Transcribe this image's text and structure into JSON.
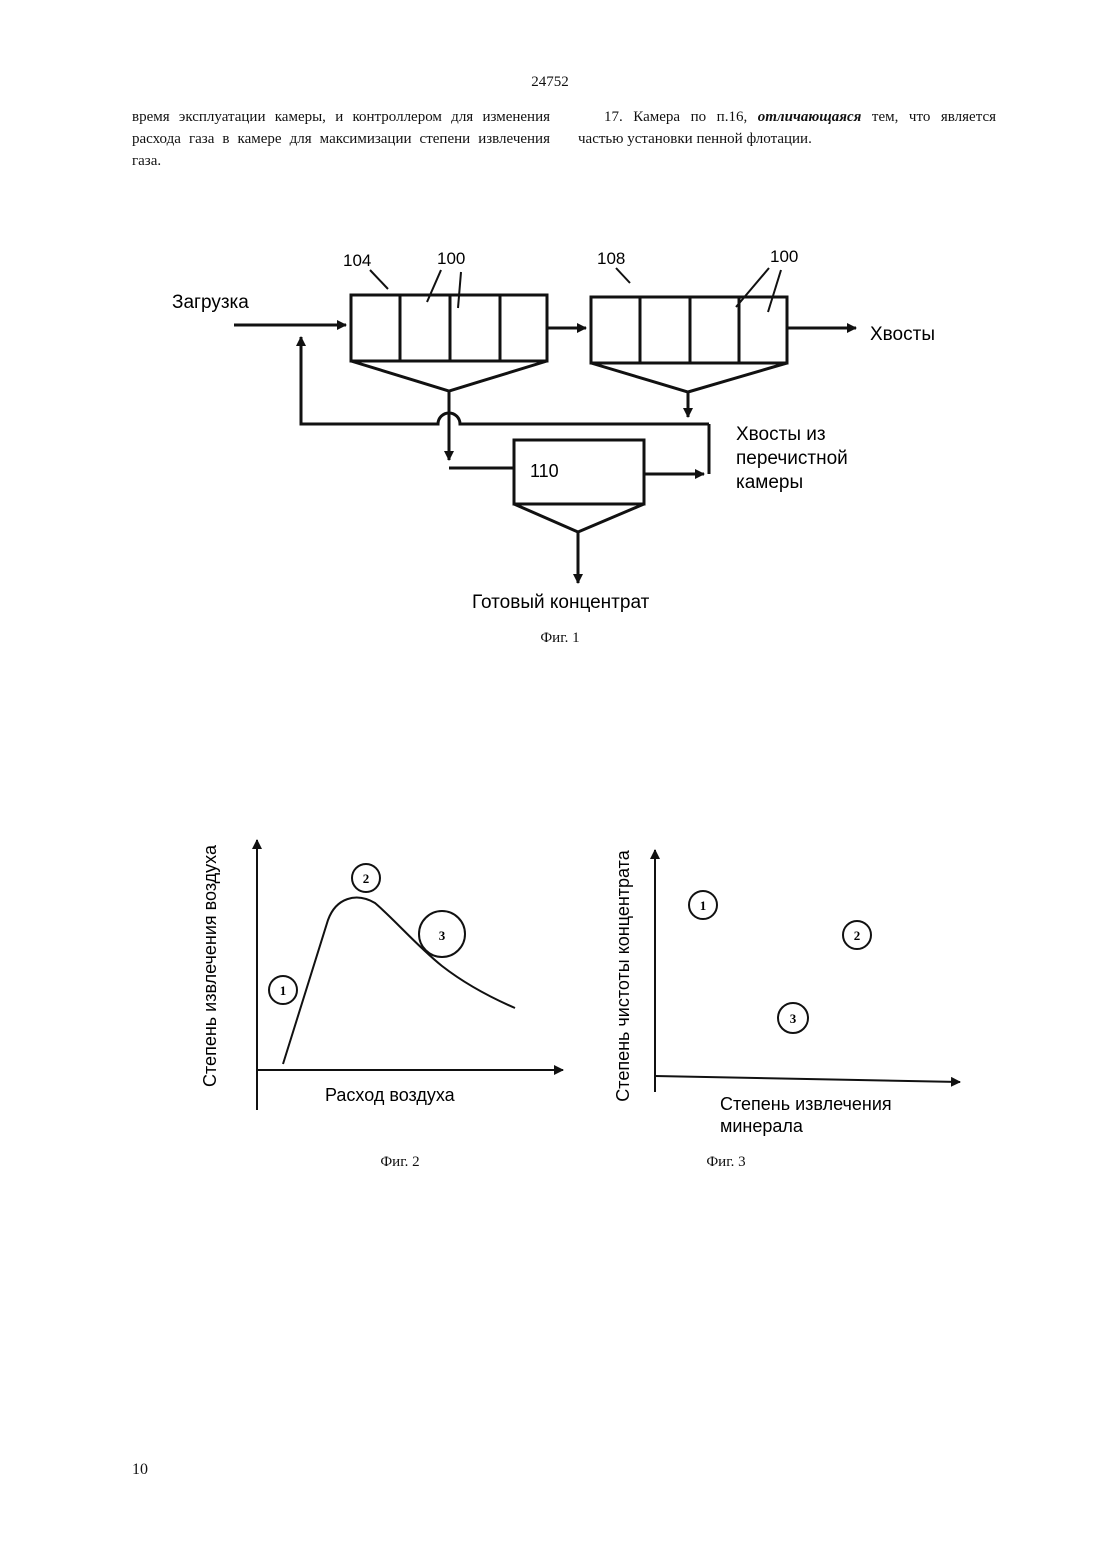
{
  "header": {
    "page_number": "24752"
  },
  "text": {
    "left_column": "время эксплуатации камеры, и контроллером для изменения расхода газа в камере для максимизации степени извлечения газа.",
    "right_prefix": "17. Камера по п.16, ",
    "right_emphasis": "отличающаяся",
    "right_suffix": " тем, что является частью установки пенной флотации."
  },
  "figure1": {
    "caption": "Фиг. 1",
    "feed_label": "Загрузка",
    "ref_104": "104",
    "ref_100_a": "100",
    "ref_108": "108",
    "ref_100_b": "100",
    "tails_label": "Хвосты",
    "cleaner_tails_line1": "Хвосты из",
    "cleaner_tails_line2": "перечистной",
    "cleaner_tails_line3": "камеры",
    "ref_110": "110",
    "concentrate_label": "Готовый концентрат"
  },
  "figure2": {
    "caption": "Фиг. 2",
    "ylabel": "Степень извлечения воздуха",
    "xlabel": "Расход воздуха",
    "markers": [
      "1",
      "2",
      "3"
    ]
  },
  "figure3": {
    "caption": "Фиг. 3",
    "ylabel": "Степень чистоты концентрата",
    "xlabel_line1": "Степень извлечения",
    "xlabel_line2": "минерала",
    "markers": [
      "1",
      "2",
      "3"
    ]
  },
  "footer": {
    "page_number": "10"
  }
}
